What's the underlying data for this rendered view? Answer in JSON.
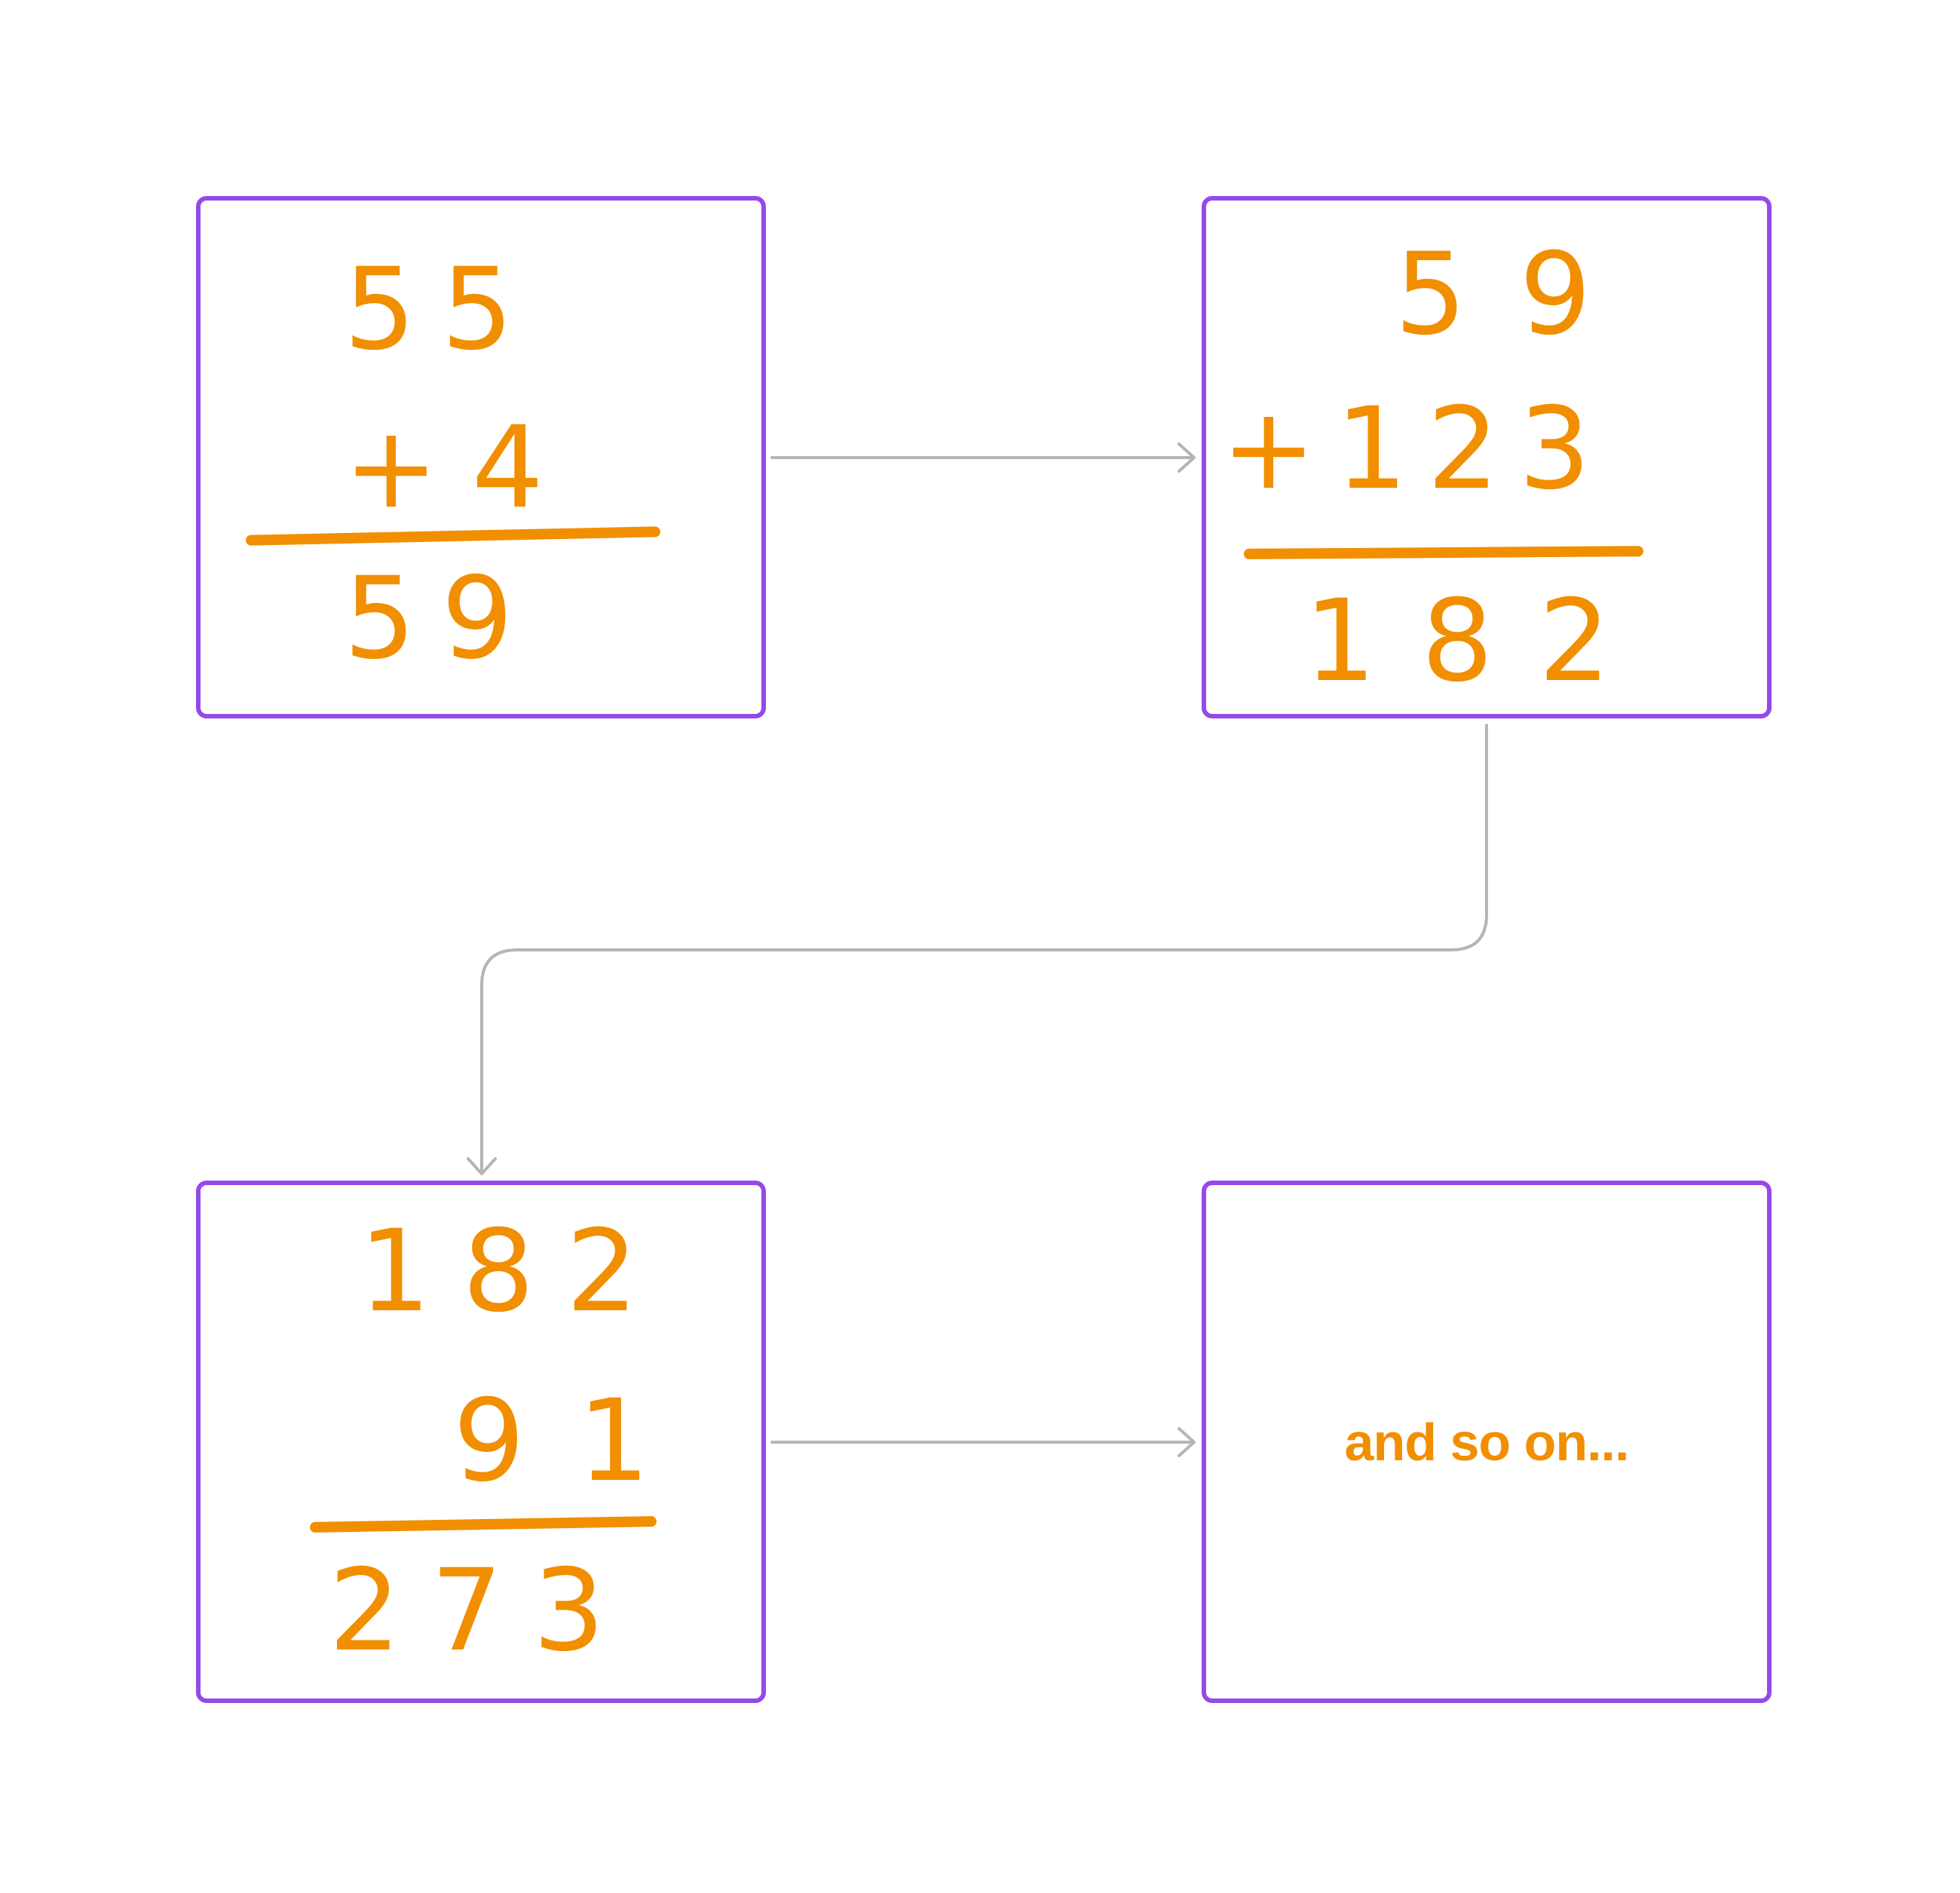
{
  "colors": {
    "box_border": "#9549ea",
    "ink": "#f18f00",
    "connector": "#b5b5b5"
  },
  "boxes": [
    {
      "top_number": "55",
      "addend": "+4",
      "result": "59"
    },
    {
      "top_number": "59",
      "addend": "+123",
      "result": "182"
    },
    {
      "top_number": "182",
      "addend": "91",
      "result": "273"
    },
    {
      "text": "and so on..."
    }
  ]
}
